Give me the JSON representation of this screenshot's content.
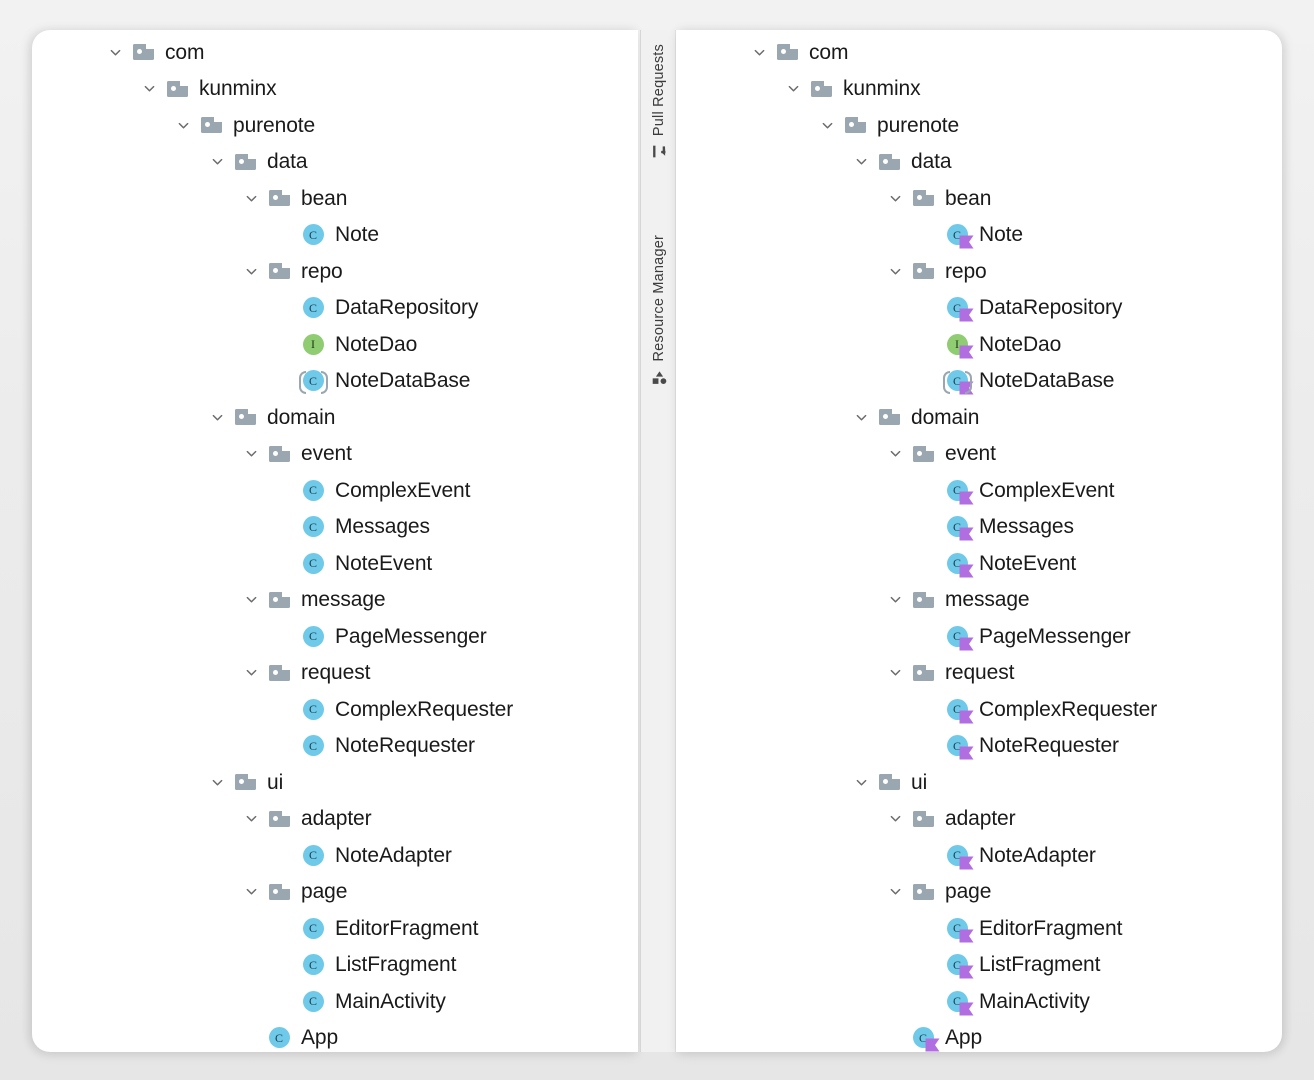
{
  "tool_strip": {
    "items": [
      {
        "label": "Pull Requests",
        "icon": "pull-request-icon"
      },
      {
        "label": "Resource Manager",
        "icon": "resource-manager-icon"
      }
    ]
  },
  "colors": {
    "class_icon": "#6fc9e8",
    "interface_icon": "#8fcc72",
    "folder_icon": "#9aa7b0",
    "badge": "#b06ee0",
    "panel_bg": "#ffffff",
    "strip_bg": "#f1f1f1",
    "text": "#1a1a1a"
  },
  "tree": {
    "rows": [
      {
        "label": "com",
        "depth": 0,
        "kind": "folder",
        "expanded": true,
        "icon": "folder-icon"
      },
      {
        "label": "kunminx",
        "depth": 1,
        "kind": "folder",
        "expanded": true,
        "icon": "folder-icon"
      },
      {
        "label": "purenote",
        "depth": 2,
        "kind": "folder",
        "expanded": true,
        "icon": "folder-icon"
      },
      {
        "label": "data",
        "depth": 3,
        "kind": "folder",
        "expanded": true,
        "icon": "folder-icon"
      },
      {
        "label": "bean",
        "depth": 4,
        "kind": "folder",
        "expanded": true,
        "icon": "folder-icon"
      },
      {
        "label": "Note",
        "depth": 5,
        "kind": "class",
        "expanded": null,
        "icon": "class-icon",
        "glyph": "C"
      },
      {
        "label": "repo",
        "depth": 4,
        "kind": "folder",
        "expanded": true,
        "icon": "folder-icon"
      },
      {
        "label": "DataRepository",
        "depth": 5,
        "kind": "class",
        "expanded": null,
        "icon": "class-icon",
        "glyph": "C"
      },
      {
        "label": "NoteDao",
        "depth": 5,
        "kind": "interface",
        "expanded": null,
        "icon": "interface-icon",
        "glyph": "I"
      },
      {
        "label": "NoteDataBase",
        "depth": 5,
        "kind": "abstract",
        "expanded": null,
        "icon": "abstract-class-icon",
        "glyph": "C"
      },
      {
        "label": "domain",
        "depth": 3,
        "kind": "folder",
        "expanded": true,
        "icon": "folder-icon"
      },
      {
        "label": "event",
        "depth": 4,
        "kind": "folder",
        "expanded": true,
        "icon": "folder-icon"
      },
      {
        "label": "ComplexEvent",
        "depth": 5,
        "kind": "class",
        "expanded": null,
        "icon": "class-icon",
        "glyph": "C"
      },
      {
        "label": "Messages",
        "depth": 5,
        "kind": "class",
        "expanded": null,
        "icon": "class-icon",
        "glyph": "C"
      },
      {
        "label": "NoteEvent",
        "depth": 5,
        "kind": "class",
        "expanded": null,
        "icon": "class-icon",
        "glyph": "C"
      },
      {
        "label": "message",
        "depth": 4,
        "kind": "folder",
        "expanded": true,
        "icon": "folder-icon"
      },
      {
        "label": "PageMessenger",
        "depth": 5,
        "kind": "class",
        "expanded": null,
        "icon": "class-icon",
        "glyph": "C"
      },
      {
        "label": "request",
        "depth": 4,
        "kind": "folder",
        "expanded": true,
        "icon": "folder-icon"
      },
      {
        "label": "ComplexRequester",
        "depth": 5,
        "kind": "class",
        "expanded": null,
        "icon": "class-icon",
        "glyph": "C"
      },
      {
        "label": "NoteRequester",
        "depth": 5,
        "kind": "class",
        "expanded": null,
        "icon": "class-icon",
        "glyph": "C"
      },
      {
        "label": "ui",
        "depth": 3,
        "kind": "folder",
        "expanded": true,
        "icon": "folder-icon"
      },
      {
        "label": "adapter",
        "depth": 4,
        "kind": "folder",
        "expanded": true,
        "icon": "folder-icon"
      },
      {
        "label": "NoteAdapter",
        "depth": 5,
        "kind": "class",
        "expanded": null,
        "icon": "class-icon",
        "glyph": "C"
      },
      {
        "label": "page",
        "depth": 4,
        "kind": "folder",
        "expanded": true,
        "icon": "folder-icon"
      },
      {
        "label": "EditorFragment",
        "depth": 5,
        "kind": "class",
        "expanded": null,
        "icon": "class-icon",
        "glyph": "C"
      },
      {
        "label": "ListFragment",
        "depth": 5,
        "kind": "class",
        "expanded": null,
        "icon": "class-icon",
        "glyph": "C"
      },
      {
        "label": "MainActivity",
        "depth": 5,
        "kind": "class",
        "expanded": null,
        "icon": "class-icon",
        "glyph": "C"
      },
      {
        "label": "App",
        "depth": 4,
        "kind": "class",
        "expanded": null,
        "icon": "class-icon",
        "glyph": "C"
      }
    ]
  },
  "panels": [
    {
      "name": "left-panel",
      "badged": false
    },
    {
      "name": "right-panel",
      "badged": true
    }
  ]
}
